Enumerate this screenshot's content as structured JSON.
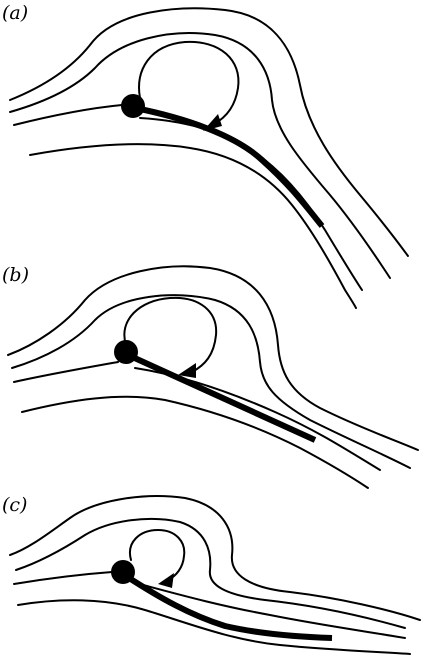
{
  "panels": [
    {
      "id": "a",
      "label": "(a)"
    },
    {
      "id": "b",
      "label": "(b)"
    },
    {
      "id": "c",
      "label": "(c)"
    }
  ],
  "colors": {
    "stroke": "#000000",
    "background": "#ffffff"
  }
}
